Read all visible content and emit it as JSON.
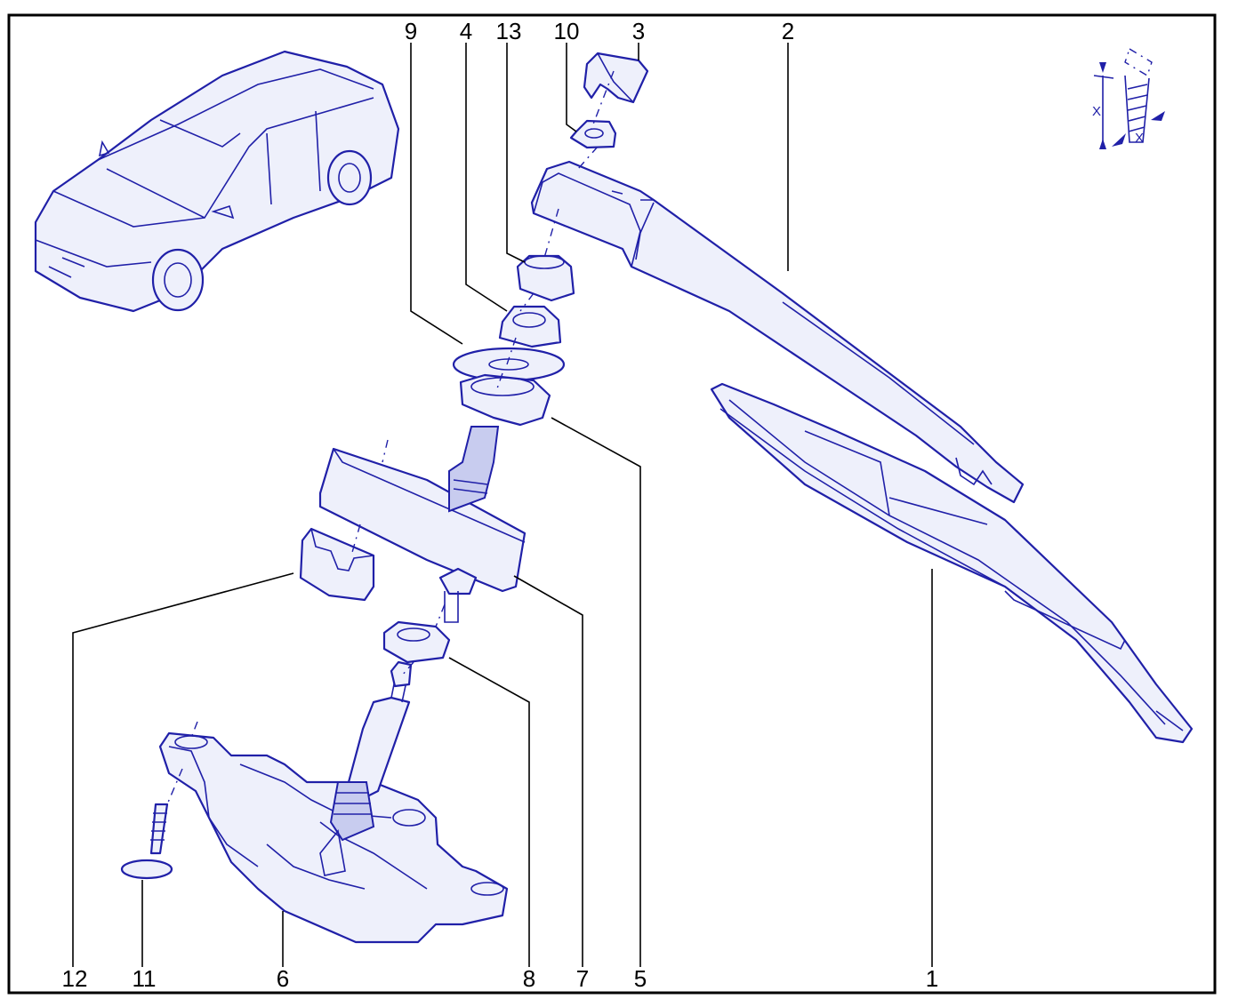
{
  "diagram": {
    "callouts": [
      {
        "id": "9",
        "label": "9"
      },
      {
        "id": "4",
        "label": "4"
      },
      {
        "id": "13",
        "label": "13"
      },
      {
        "id": "10",
        "label": "10"
      },
      {
        "id": "3",
        "label": "3"
      },
      {
        "id": "2",
        "label": "2"
      },
      {
        "id": "12",
        "label": "12"
      },
      {
        "id": "11",
        "label": "11"
      },
      {
        "id": "6",
        "label": "6"
      },
      {
        "id": "8",
        "label": "8"
      },
      {
        "id": "7",
        "label": "7"
      },
      {
        "id": "5",
        "label": "5"
      },
      {
        "id": "1",
        "label": "1"
      }
    ],
    "torque_symbol": {
      "label_a": "X",
      "label_b": "X"
    },
    "colors": {
      "line": "#2020a8",
      "fill": "#eef0fb",
      "frame": "#000000"
    }
  }
}
